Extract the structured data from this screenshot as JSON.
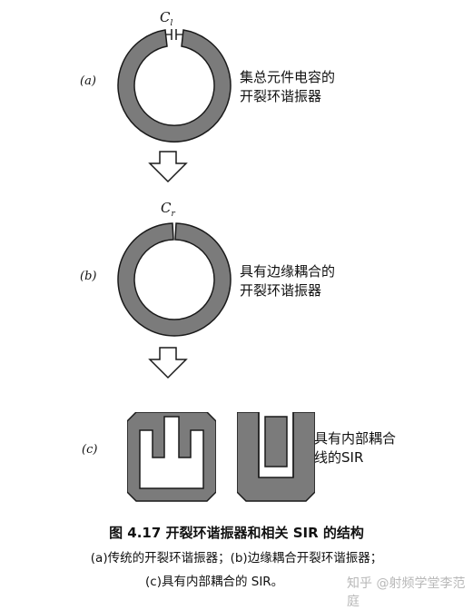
{
  "figure": {
    "panels": [
      {
        "label": "(a)",
        "capacitor": "C",
        "capacitor_sub": "l",
        "desc_line1": "集总元件电容的",
        "desc_line2": "开裂环谐振器"
      },
      {
        "label": "(b)",
        "capacitor": "C",
        "capacitor_sub": "r",
        "desc_line1": "具有边缘耦合的",
        "desc_line2": "开裂环谐振器"
      },
      {
        "label": "(c)",
        "desc_line1": "具有内部耦合",
        "desc_line2": "线的SIR"
      }
    ],
    "caption": {
      "title": "图 4.17   开裂环谐振器和相关 SIR 的结构",
      "line1": "(a)传统的开裂环谐振器；(b)边缘耦合开裂环谐振器；",
      "line2": "(c)具有内部耦合的 SIR。"
    },
    "watermark": "知乎 @射频学堂李范庭"
  },
  "colors": {
    "ring_fill": "#7b7b7b",
    "outline": "#1a1a1a"
  }
}
